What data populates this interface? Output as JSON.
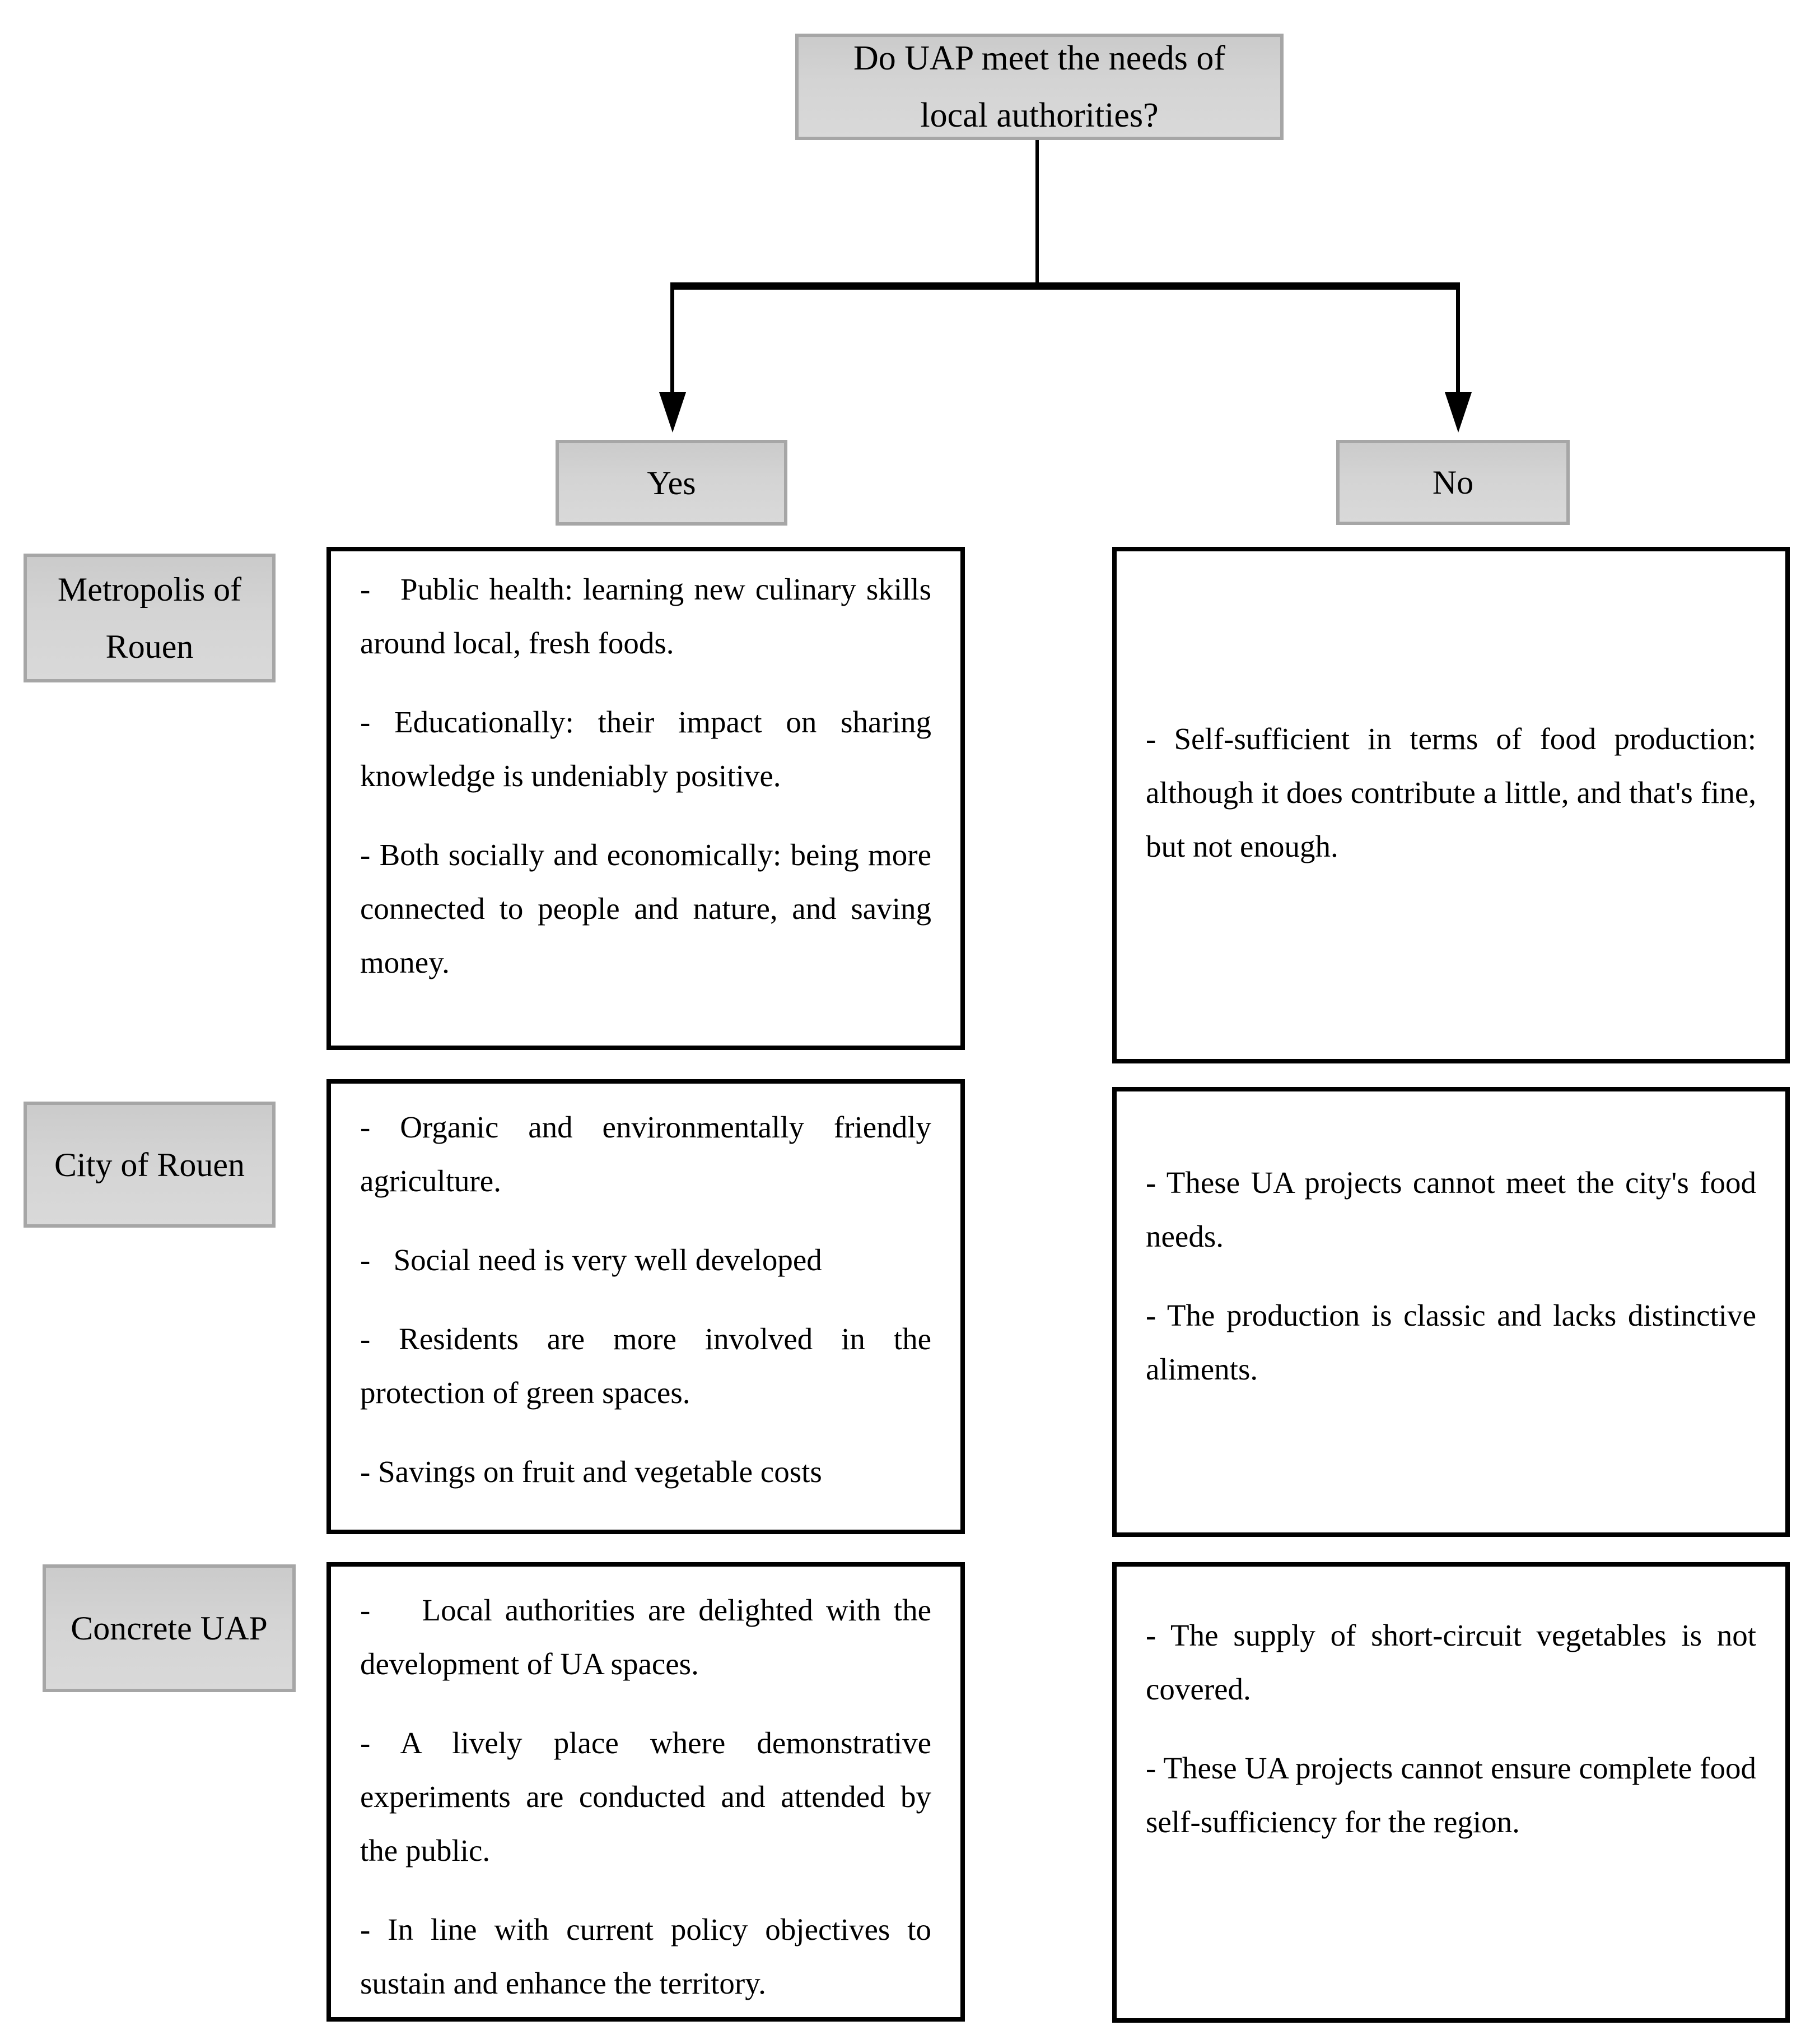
{
  "diagram": {
    "question": "Do UAP meet the needs of local authorities?",
    "branches": {
      "yes_label": "Yes",
      "no_label": "No"
    },
    "rows": [
      {
        "label": "Metropolis of Rouen",
        "yes_items": [
          "-   Public health: learning new culinary skills around local, fresh foods.",
          "- Educationally: their impact on sharing knowledge is undeniably positive.",
          "- Both socially and economically: being more connected to people and nature, and saving money."
        ],
        "no_items": [
          "- Self-sufficient in terms of food production: although it does contribute a little, and that's fine, but not enough."
        ]
      },
      {
        "label": "City of Rouen",
        "yes_items": [
          "- Organic and environmentally friendly agriculture.",
          "-   Social need is very well developed",
          "- Residents are more involved in the protection of green spaces.",
          "- Savings on fruit and vegetable costs"
        ],
        "no_items": [
          "- These UA projects cannot meet the city's food needs.",
          "- The production is classic and lacks distinctive aliments."
        ]
      },
      {
        "label": "Concrete UAP",
        "yes_items": [
          "-    Local authorities are delighted with the development of UA spaces.",
          "- A lively place where demonstrative experiments are conducted and attended by the public.",
          "- In line with current policy objectives to sustain and enhance the territory."
        ],
        "no_items": [
          "- The supply of short-circuit vegetables is not covered.",
          "- These UA projects cannot ensure complete food self-sufficiency for the region."
        ]
      }
    ],
    "colors": {
      "node_fill": "#d2d2d2",
      "node_border": "#a6a6a6",
      "connector": "#000000",
      "content_border": "#000000"
    }
  }
}
